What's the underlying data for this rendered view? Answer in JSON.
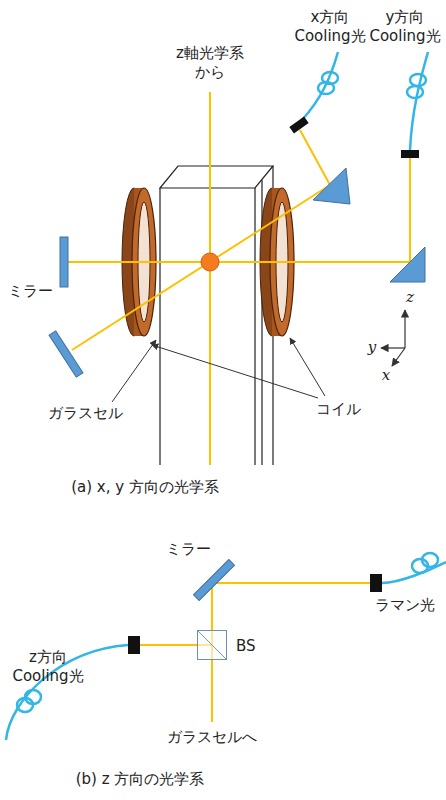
{
  "diagram": {
    "nodes": [
      {
        "text": [
          "BS"
        ]
      }
    ],
    "labels": [
      "x方向 Cooling光",
      "y方向 Cooling光",
      "z軸光学系 から",
      "ミラー",
      "ガラスセル",
      "コイル",
      "z",
      "y",
      "x",
      "(a) x, y 方向の光学系",
      "ミラー",
      "ラマン光",
      "z方向 Cooling光",
      "ガラスセルへ",
      "(b) z 方向の光学系"
    ]
  }
}
